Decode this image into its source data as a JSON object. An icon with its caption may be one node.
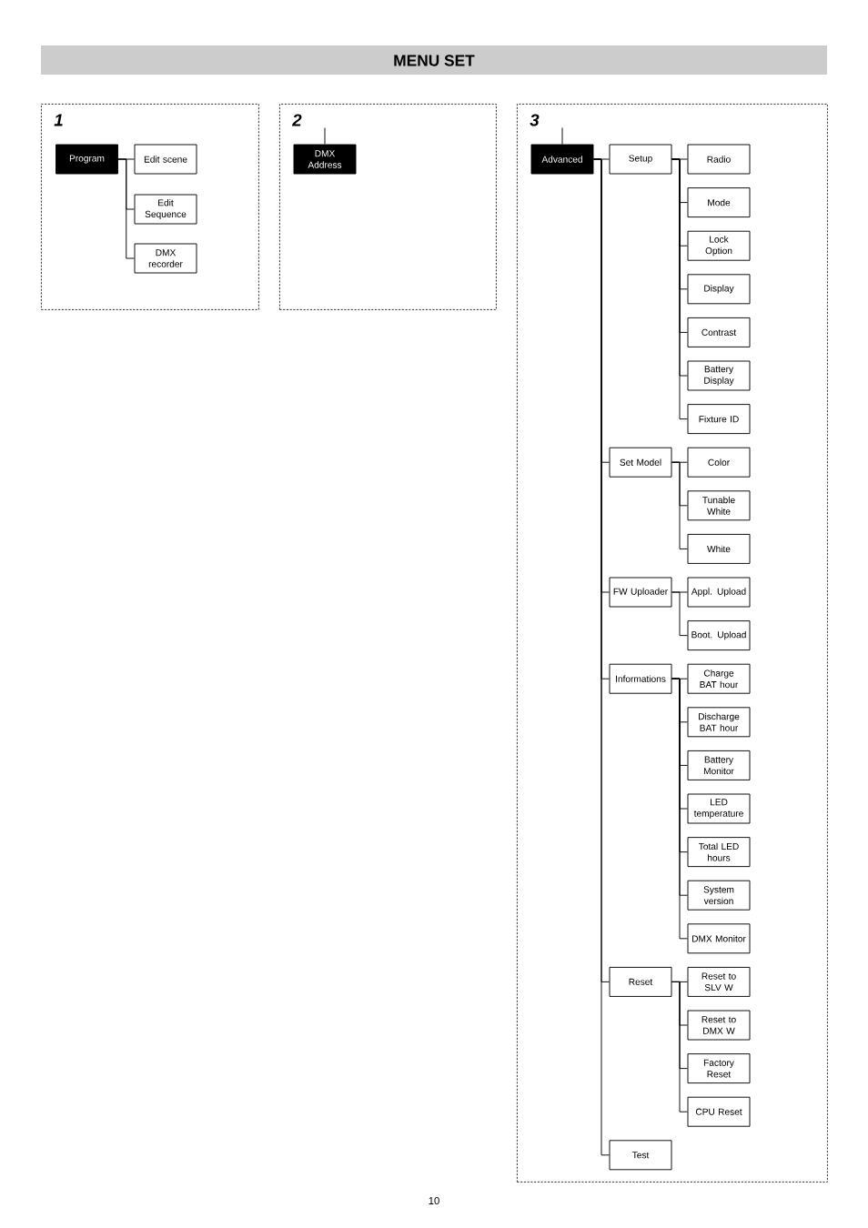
{
  "diagram": {
    "title": "MENU SET",
    "nodes": [
      {
        "text": [
          "1"
        ]
      },
      {
        "text": [
          "Program"
        ],
        "in": 0
      },
      {
        "text": [
          "Edit scene"
        ],
        "in": 0
      },
      {
        "text": [
          "Edit Sequence"
        ],
        "in": 0
      },
      {
        "text": [
          "DMX recorder"
        ],
        "in": 0
      },
      {
        "text": [
          "2"
        ]
      },
      {
        "text": [
          "DMX Address"
        ],
        "in": 5
      },
      {
        "text": [
          "3"
        ]
      },
      {
        "text": [
          "Advanced"
        ],
        "in": 7
      },
      {
        "text": [
          "Setup"
        ],
        "in": 7
      },
      {
        "text": [
          "Radio"
        ],
        "in": 7
      },
      {
        "text": [
          "Mode"
        ],
        "in": 7
      },
      {
        "text": [
          "Lock Option"
        ],
        "in": 7
      },
      {
        "text": [
          "Display"
        ],
        "in": 7
      },
      {
        "text": [
          "Contrast"
        ],
        "in": 7
      },
      {
        "text": [
          "Battery Display"
        ],
        "in": 7
      },
      {
        "text": [
          "Fixture ID"
        ],
        "in": 7
      },
      {
        "text": [
          "Set Model"
        ],
        "in": 7
      },
      {
        "text": [
          "Color"
        ],
        "in": 7
      },
      {
        "text": [
          "Tunable White"
        ],
        "in": 7
      },
      {
        "text": [
          "White"
        ],
        "in": 7
      },
      {
        "text": [
          "FW Uploader"
        ],
        "in": 7
      },
      {
        "text": [
          "Appl. Upload"
        ],
        "in": 7
      },
      {
        "text": [
          "Boot. Upload"
        ],
        "in": 7
      },
      {
        "text": [
          "Informations"
        ],
        "in": 7
      },
      {
        "text": [
          "Charge BAT hour"
        ],
        "in": 7
      },
      {
        "text": [
          "Discharge BAT hour"
        ],
        "in": 7
      },
      {
        "text": [
          "Battery Monitor"
        ],
        "in": 7
      },
      {
        "text": [
          "LED temperature"
        ],
        "in": 7
      },
      {
        "text": [
          "Total LED hours"
        ],
        "in": 7
      },
      {
        "text": [
          "System version"
        ],
        "in": 7
      },
      {
        "text": [
          "DMX Monitor"
        ],
        "in": 7
      },
      {
        "text": [
          "Reset"
        ],
        "in": 7
      },
      {
        "text": [
          "Reset to SLV W"
        ],
        "in": 7
      },
      {
        "text": [
          "Reset to DMX W"
        ],
        "in": 7
      },
      {
        "text": [
          "Factory Reset"
        ],
        "in": 7
      },
      {
        "text": [
          "CPU Reset"
        ],
        "in": 7
      },
      {
        "text": [
          "Test"
        ],
        "in": 7
      }
    ],
    "edges": [
      {
        "from": 1,
        "to": 2,
        "arrow": "none"
      },
      {
        "from": 1,
        "to": 3,
        "arrow": "none"
      },
      {
        "from": 1,
        "to": 4,
        "arrow": "none"
      },
      {
        "from": null,
        "to": 6,
        "arrow": "none"
      },
      {
        "from": null,
        "to": 8,
        "arrow": "none"
      },
      {
        "from": 8,
        "to": 9,
        "arrow": "none"
      },
      {
        "from": 8,
        "to": 17,
        "arrow": "none"
      },
      {
        "from": 8,
        "to": 21,
        "arrow": "none"
      },
      {
        "from": 8,
        "to": 24,
        "arrow": "none"
      },
      {
        "from": 8,
        "to": 32,
        "arrow": "none"
      },
      {
        "from": 8,
        "to": 37,
        "arrow": "none"
      },
      {
        "from": 9,
        "to": 10,
        "arrow": "none"
      },
      {
        "from": 9,
        "to": 11,
        "arrow": "none"
      },
      {
        "from": 9,
        "to": 12,
        "arrow": "none"
      },
      {
        "from": 9,
        "to": 13,
        "arrow": "none"
      },
      {
        "from": 9,
        "to": 14,
        "arrow": "none"
      },
      {
        "from": 9,
        "to": 15,
        "arrow": "none"
      },
      {
        "from": 9,
        "to": 16,
        "arrow": "none"
      },
      {
        "from": 17,
        "to": 18,
        "arrow": "none"
      },
      {
        "from": 17,
        "to": 19,
        "arrow": "none"
      },
      {
        "from": 17,
        "to": 20,
        "arrow": "none"
      },
      {
        "from": 21,
        "to": 22,
        "arrow": "none"
      },
      {
        "from": 21,
        "to": 23,
        "arrow": "none"
      },
      {
        "from": 24,
        "to": 25,
        "arrow": "none"
      },
      {
        "from": 24,
        "to": 26,
        "arrow": "none"
      },
      {
        "from": 24,
        "to": 27,
        "arrow": "none"
      },
      {
        "from": 24,
        "to": 28,
        "arrow": "none"
      },
      {
        "from": 24,
        "to": 29,
        "arrow": "none"
      },
      {
        "from": 24,
        "to": 30,
        "arrow": "none"
      },
      {
        "from": 24,
        "to": 31,
        "arrow": "none"
      },
      {
        "from": 32,
        "to": 33,
        "arrow": "none"
      },
      {
        "from": 32,
        "to": 34,
        "arrow": "none"
      },
      {
        "from": 32,
        "to": 35,
        "arrow": "none"
      },
      {
        "from": 32,
        "to": 36,
        "arrow": "none"
      }
    ],
    "labels": [
      "10"
    ]
  }
}
